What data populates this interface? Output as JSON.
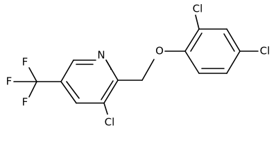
{
  "molecule": {
    "atoms": [
      {
        "id": "f1",
        "symbol": "F"
      },
      {
        "id": "f2",
        "symbol": "F"
      },
      {
        "id": "f3",
        "symbol": "F"
      },
      {
        "id": "n1",
        "symbol": "N"
      },
      {
        "id": "o1",
        "symbol": "O"
      },
      {
        "id": "cl1",
        "symbol": "Cl"
      },
      {
        "id": "cl2",
        "symbol": "Cl"
      },
      {
        "id": "cl3",
        "symbol": "Cl"
      }
    ]
  },
  "colors": {
    "bond": "#000000",
    "label": "#000000",
    "background": "#ffffff"
  }
}
